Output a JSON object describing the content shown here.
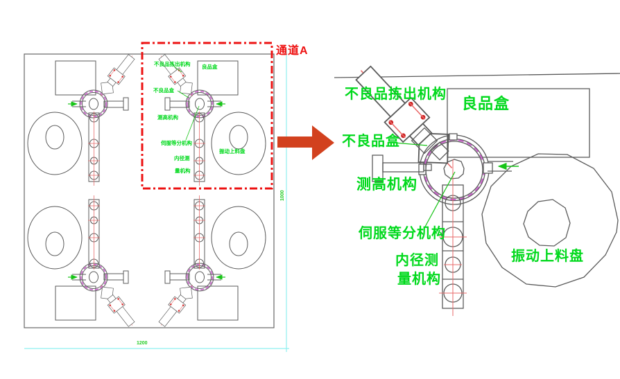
{
  "title_channel": "通道A",
  "labels": {
    "reject_mechanism": "不良品拣出机构",
    "good_box": "良品盒",
    "reject_box": "不良品盒",
    "height_gauge": "测高机构",
    "servo_index": "伺服等分机构",
    "inner_dia_line1": "内径测",
    "inner_dia_line2": "量机构",
    "vib_feeder": "振动上料盘"
  },
  "dimensions": {
    "base_width": "1200",
    "base_height": "1000"
  },
  "colors": {
    "label_green": "#00D91C",
    "highlight_red": "#EC1212",
    "flow_arrow": "#D2411E",
    "dial_ring_magenta": "#C95FCB",
    "centerline_red": "#E96A6A",
    "dim_cyan": "#8FF0F0",
    "line_gray": "#5A5A5A"
  }
}
